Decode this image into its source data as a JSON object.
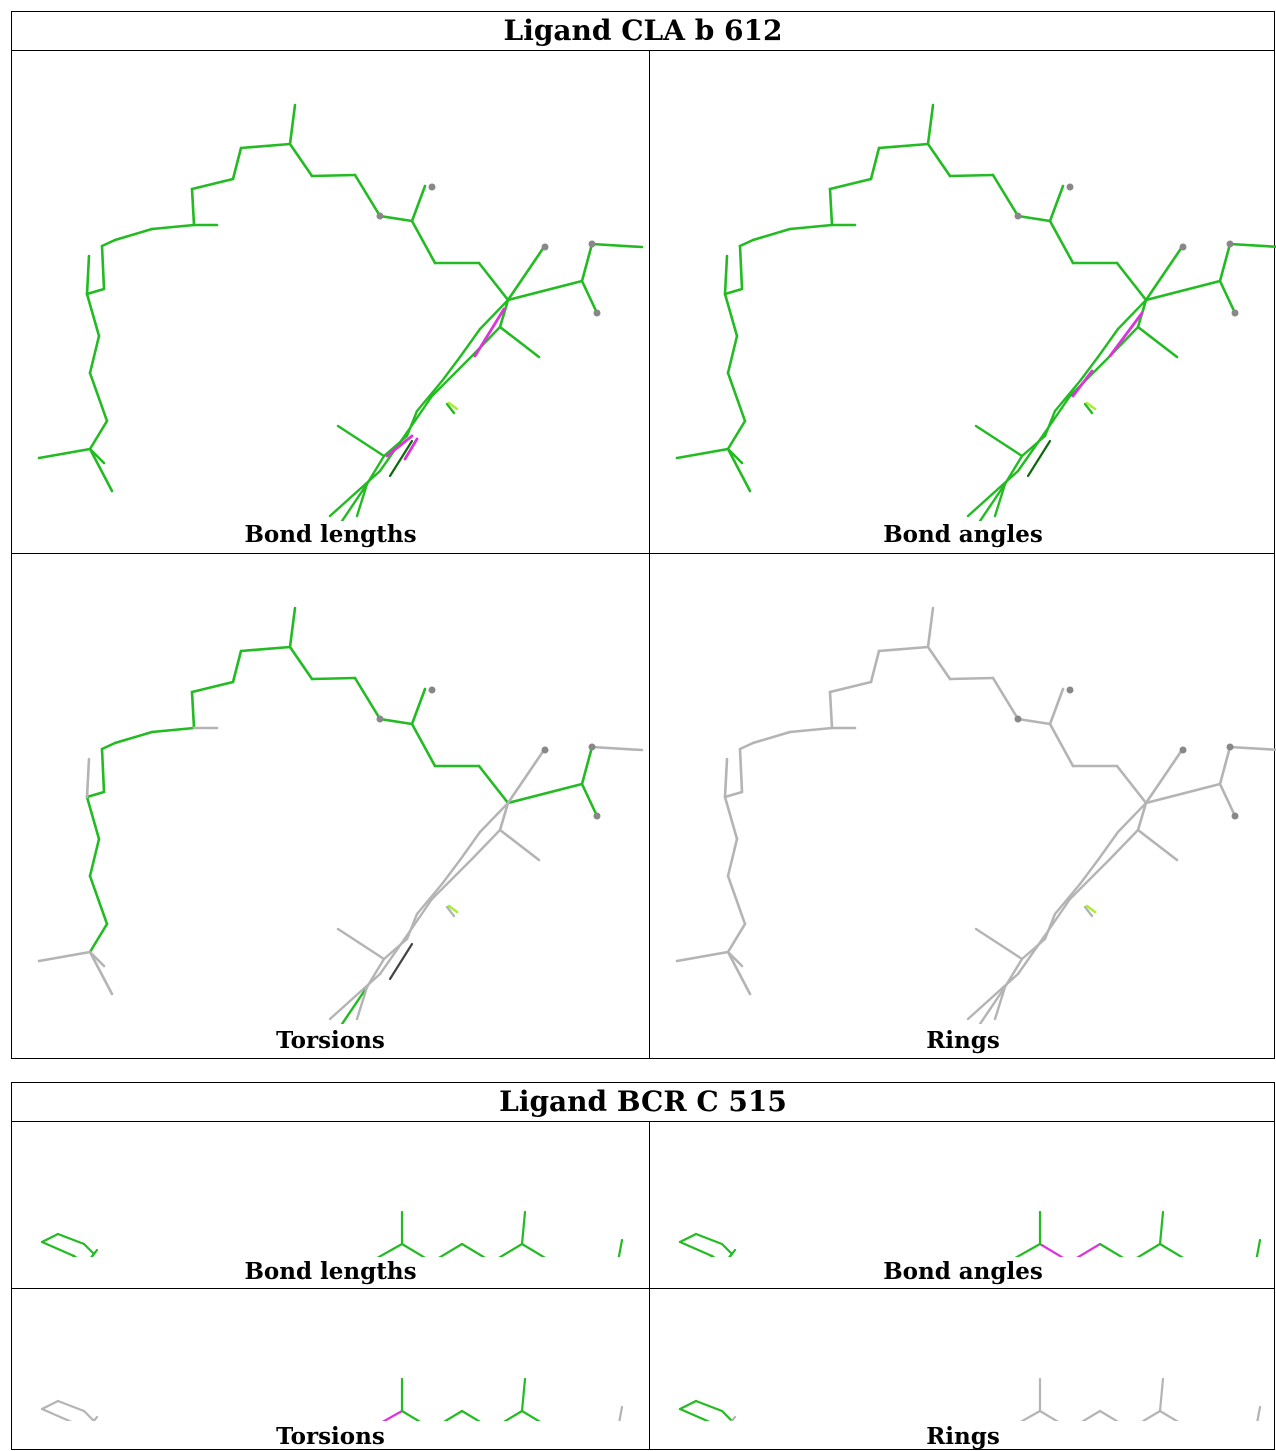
{
  "tables": [
    {
      "title": "Ligand CLA b 612",
      "captions": [
        "Bond lengths",
        "Bond angles",
        "Torsions",
        "Rings"
      ]
    },
    {
      "title": "Ligand BCR C 515",
      "captions": [
        "Bond lengths",
        "Bond angles",
        "Torsions",
        "Rings"
      ]
    }
  ],
  "colors": {
    "ok": "#22bb22",
    "outlier": "#dd33dd",
    "unassessed": "#b4b4b4",
    "dark": "#444444",
    "marker": "#aaee33"
  }
}
